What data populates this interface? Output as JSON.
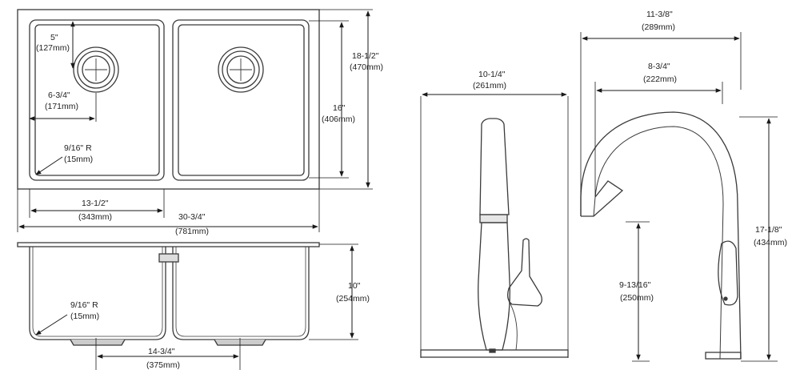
{
  "colors": {
    "line": "#3a3a3a",
    "dim": "#1a1a1a",
    "background": "#ffffff"
  },
  "sink_top": {
    "drain_offset": {
      "imperial": "5\"",
      "metric": "(127mm)"
    },
    "drain_center": {
      "imperial": "6-3/4\"",
      "metric": "(171mm)"
    },
    "corner_radius": {
      "imperial": "9/16\" R",
      "metric": "(15mm)"
    },
    "bowl_length": {
      "imperial": "16\"",
      "metric": "(406mm)"
    },
    "overall_depth": {
      "imperial": "18-1/2\"",
      "metric": "(470mm)"
    },
    "bowl_width": {
      "imperial": "13-1/2\"",
      "metric": "(343mm)"
    },
    "overall_width": {
      "imperial": "30-3/4\"",
      "metric": "(781mm)"
    }
  },
  "sink_side": {
    "corner_radius": {
      "imperial": "9/16\" R",
      "metric": "(15mm)"
    },
    "bowl_depth": {
      "imperial": "10\"",
      "metric": "(254mm)"
    },
    "drain_spacing": {
      "imperial": "14-3/4\"",
      "metric": "(375mm)"
    }
  },
  "faucet_front": {
    "plate_width": {
      "imperial": "10-1/4\"",
      "metric": "(261mm)"
    }
  },
  "faucet_side": {
    "overall_reach": {
      "imperial": "11-3/8\"",
      "metric": "(289mm)"
    },
    "spout_reach": {
      "imperial": "8-3/4\"",
      "metric": "(222mm)"
    },
    "overall_height": {
      "imperial": "17-1/8\"",
      "metric": "(434mm)"
    },
    "spout_height": {
      "imperial": "9-13/16\"",
      "metric": "(250mm)"
    }
  }
}
